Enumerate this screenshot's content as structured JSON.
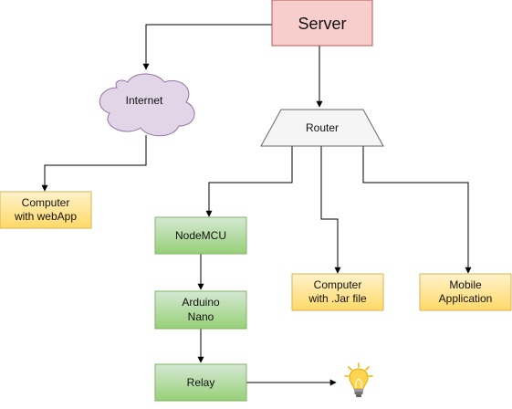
{
  "colors": {
    "server_fill": "#f8cecc",
    "server_stroke": "#b85450",
    "internet_fill": "#e1d5e7",
    "internet_stroke": "#9673a6",
    "router_fill": "#f5f5f5",
    "router_stroke": "#666666",
    "device_fill": "#fff2cc",
    "device_stroke": "#d6b656",
    "hardware_fill": "#b9e0a5",
    "hardware_stroke": "#82b366",
    "edge": "#000000"
  },
  "nodes": {
    "server": {
      "label": "Server"
    },
    "internet": {
      "label": "Internet"
    },
    "router": {
      "label": "Router"
    },
    "webapp_computer": {
      "line1": "Computer",
      "line2": "with webApp"
    },
    "nodemcu": {
      "label": "NodeMCU"
    },
    "jar_computer": {
      "line1": "Computer",
      "line2": "with .Jar file"
    },
    "mobile": {
      "line1": "Mobile",
      "line2": "Application"
    },
    "arduino": {
      "line1": "Arduino",
      "line2": "Nano"
    },
    "relay": {
      "label": "Relay"
    },
    "bulb": {
      "icon": "light-bulb-icon"
    }
  }
}
